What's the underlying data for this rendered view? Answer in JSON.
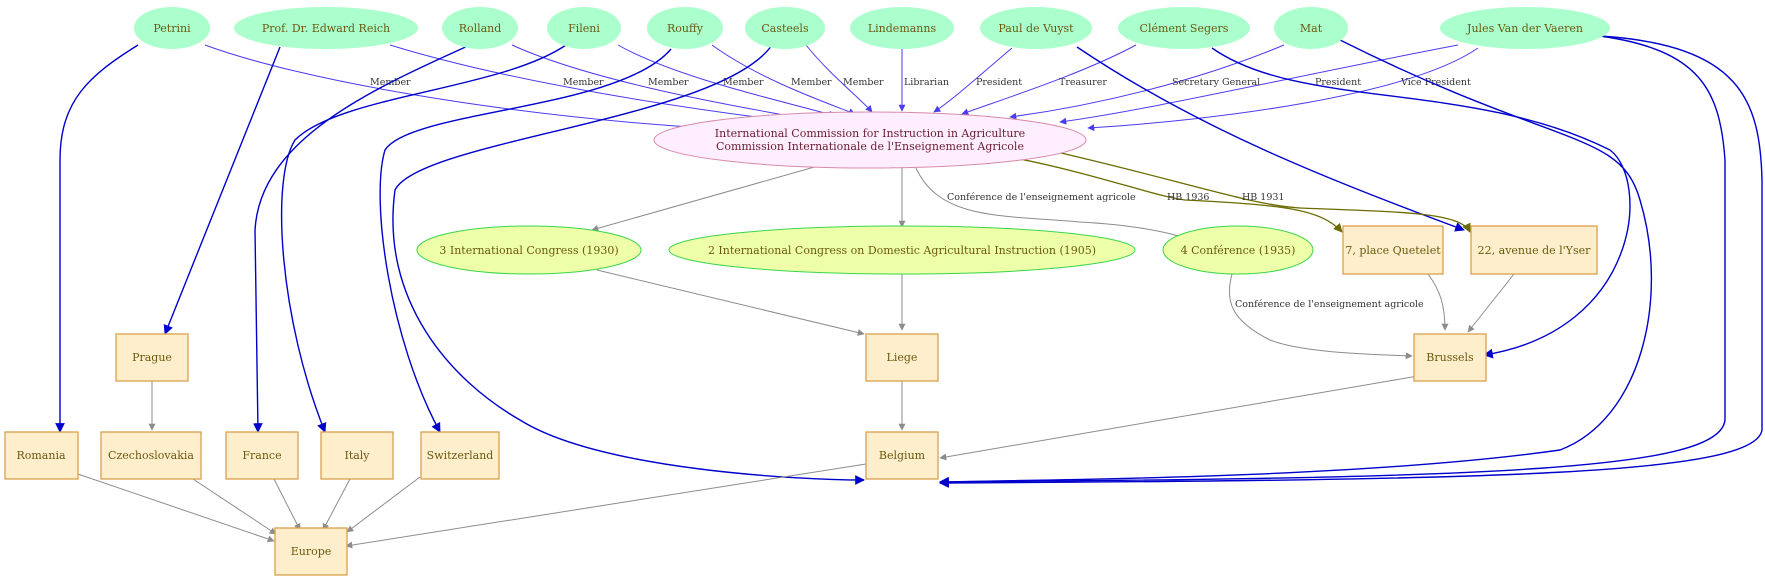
{
  "people": [
    {
      "key": "petrini",
      "label": "Petrini"
    },
    {
      "key": "reich",
      "label": "Prof. Dr. Edward Reich"
    },
    {
      "key": "rolland",
      "label": "Rolland"
    },
    {
      "key": "fileni",
      "label": "Fileni"
    },
    {
      "key": "rouffy",
      "label": "Rouffy"
    },
    {
      "key": "casteels",
      "label": "Casteels"
    },
    {
      "key": "lindemanns",
      "label": "Lindemanns"
    },
    {
      "key": "vuyst",
      "label": "Paul de Vuyst"
    },
    {
      "key": "segers",
      "label": "Clément Segers"
    },
    {
      "key": "mat",
      "label": "Mat"
    },
    {
      "key": "vaeren",
      "label": "Jules Van der Vaeren"
    }
  ],
  "organization": {
    "line1": "International Commission for Instruction in Agriculture",
    "line2": "Commission Internationale de l'Enseignement Agricole"
  },
  "events": [
    {
      "key": "congress1930",
      "label": "3 International Congress (1930)"
    },
    {
      "key": "congress1905",
      "label": "2 International Congress on Domestic Agricultural Instruction (1905)"
    },
    {
      "key": "conf1935",
      "label": "4 Conférence (1935)"
    }
  ],
  "places": [
    {
      "key": "quetelet",
      "label": "7, place Quetelet"
    },
    {
      "key": "yser",
      "label": "22, avenue  de l'Yser"
    },
    {
      "key": "prague",
      "label": "Prague"
    },
    {
      "key": "liege",
      "label": "Liege"
    },
    {
      "key": "brussels",
      "label": "Brussels"
    },
    {
      "key": "romania",
      "label": "Romania"
    },
    {
      "key": "czech",
      "label": "Czechoslovakia"
    },
    {
      "key": "france",
      "label": "France"
    },
    {
      "key": "italy",
      "label": "Italy"
    },
    {
      "key": "switzerland",
      "label": "Switzerland"
    },
    {
      "key": "belgium",
      "label": "Belgium"
    },
    {
      "key": "europe",
      "label": "Europe"
    }
  ],
  "edge_labels": {
    "member": "Member",
    "librarian": "Librarian",
    "president": "President",
    "treasurer": "Treasurer",
    "secretary_general": "Secretary General",
    "vice_president": "Vice President",
    "hb1936": "HB 1936",
    "hb1931": "HB 1931",
    "conference_label": "Conférence de l'enseignement agricole"
  },
  "colors": {
    "person_fill": "#aaffcc",
    "org_fill": "#ffeeff",
    "event_fill": "#eeffaa",
    "place_fill": "#ffeecc",
    "role_edge": "#4a3cf0",
    "location_edge": "#0000cc",
    "relation_edge": "#8c8c8c",
    "hb_edge": "#6b6b00"
  }
}
